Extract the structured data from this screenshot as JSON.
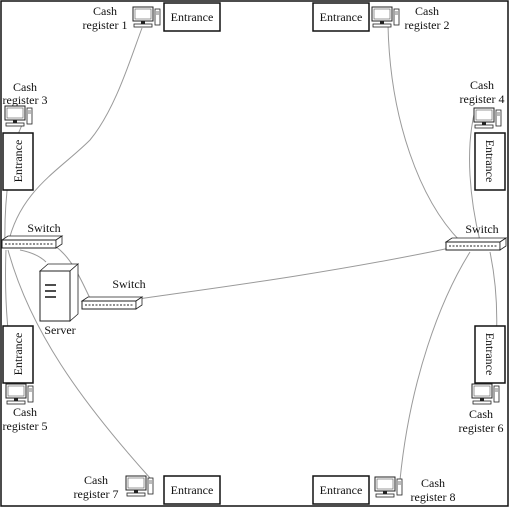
{
  "labels": {
    "entrance": "Entrance",
    "switch": "Switch",
    "server": "Server",
    "cash": "Cash",
    "register_1": "register 1",
    "register_2": "register 2",
    "register_3": "register 3",
    "register_4": "register 4",
    "register_5": "register 5",
    "register_6": "register 6",
    "register_7": "register 7",
    "register_8": "register 8"
  },
  "colors": {
    "border": "#111111",
    "cable": "#9a9a9a",
    "device": "#222222"
  },
  "icons": {
    "computer": "desktop-computer-icon",
    "switch": "network-switch-icon",
    "server": "server-tower-icon"
  }
}
